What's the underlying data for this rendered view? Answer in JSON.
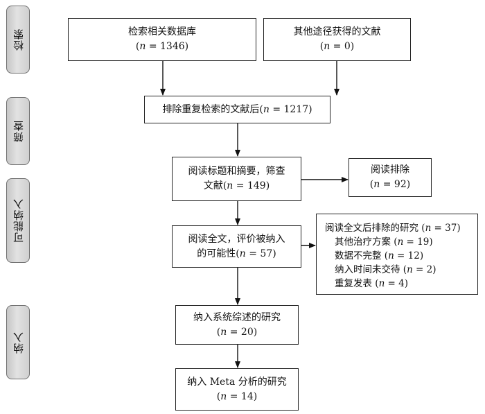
{
  "stages": {
    "identification": "检索",
    "screening": "筛查",
    "eligibility": "可能纳入",
    "included": "纳入"
  },
  "boxes": {
    "database_search": {
      "label": "检索相关数据库",
      "n": "1346"
    },
    "other_sources": {
      "label": "其他途径获得的文献",
      "n": "0"
    },
    "after_dedup": {
      "label": "排除重复检索的文献后",
      "n": "1217"
    },
    "title_abstract": {
      "label_line1": "阅读标题和摘要，筛查",
      "label_line2": "文献",
      "n": "149"
    },
    "read_excluded": {
      "label": "阅读排除",
      "n": "92"
    },
    "full_text": {
      "label_line1": "阅读全文，评价被纳入",
      "label_line2": "的可能性",
      "n": "57"
    },
    "systematic_review": {
      "label": "纳入系统综述的研究",
      "n": "20"
    },
    "meta_analysis": {
      "label": "纳入 Meta 分析的研究",
      "n": "14"
    }
  },
  "fulltext_exclusions": {
    "title": "阅读全文后排除的研究",
    "n": "37",
    "reasons": [
      {
        "label": "其他治疗方案",
        "n": "19"
      },
      {
        "label": "数据不完整",
        "n": "12"
      },
      {
        "label": "纳入时间未交待",
        "n": "2"
      },
      {
        "label": "重复发表",
        "n": "4"
      }
    ]
  },
  "symbols": {
    "n_letter": "n",
    "equals": " = "
  }
}
